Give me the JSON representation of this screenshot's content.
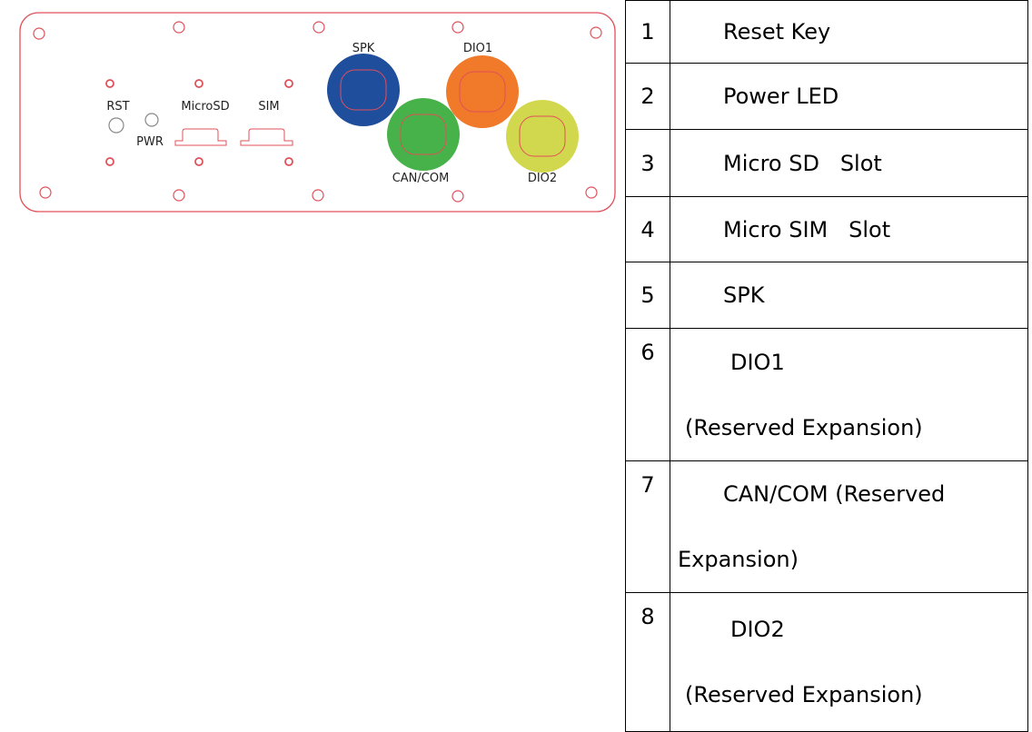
{
  "panel": {
    "labels": {
      "rst": "RST",
      "pwr": "PWR",
      "microsd": "MicroSD",
      "sim": "SIM",
      "spk": "SPK",
      "dio1": "DIO1",
      "can_com": "CAN/COM",
      "dio2": "DIO2"
    },
    "colors": {
      "outline": "#e0505a",
      "spk": "#1f4e9c",
      "dio1": "#f0792a",
      "can_com": "#47b24a",
      "dio2": "#d2d84e"
    }
  },
  "legend": [
    {
      "num": "1",
      "lines": [
        "Reset Key"
      ]
    },
    {
      "num": "2",
      "lines": [
        "Power LED"
      ]
    },
    {
      "num": "3",
      "lines": [
        "Micro SD   Slot"
      ]
    },
    {
      "num": "4",
      "lines": [
        "Micro SIM   Slot"
      ]
    },
    {
      "num": "5",
      "lines": [
        "SPK"
      ]
    },
    {
      "num": "6",
      "lines": [
        "DIO1",
        "(Reserved Expansion)"
      ]
    },
    {
      "num": "7",
      "lines": [
        "CAN/COM (Reserved",
        "Expansion)"
      ]
    },
    {
      "num": "8",
      "lines": [
        "DIO2",
        "(Reserved Expansion)"
      ]
    }
  ]
}
